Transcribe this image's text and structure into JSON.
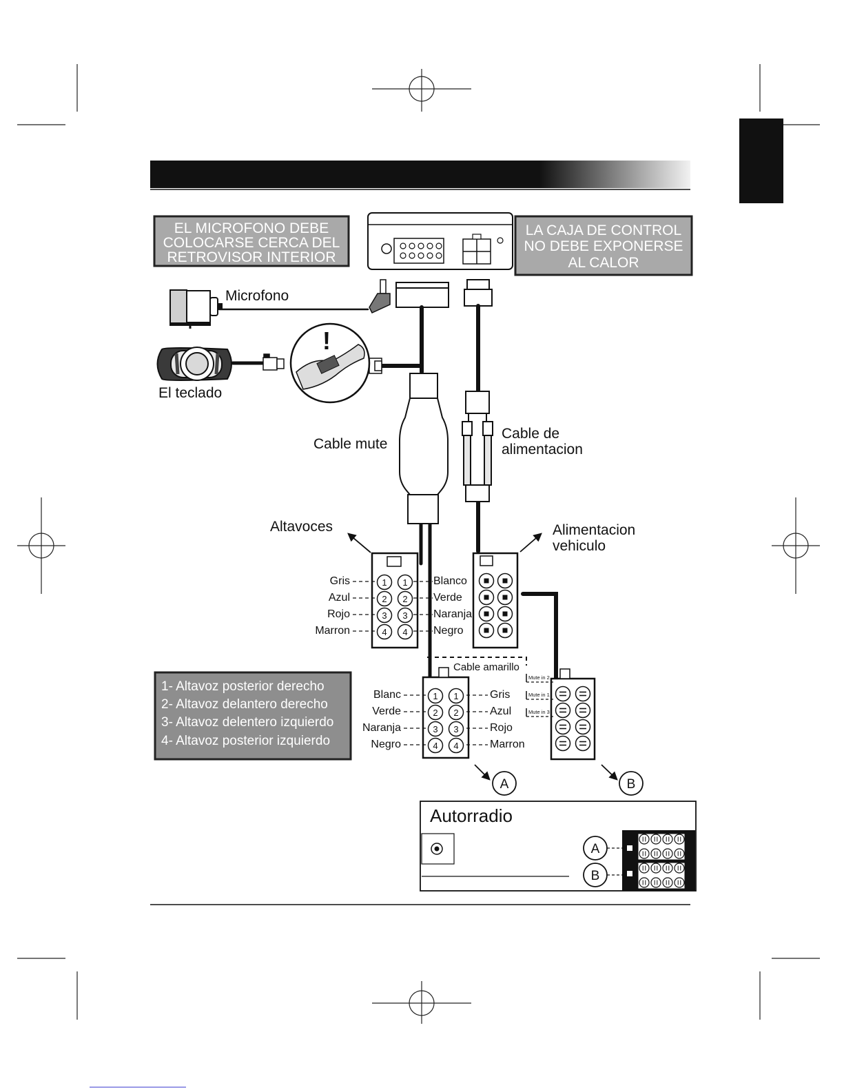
{
  "notes": {
    "microphone": [
      "EL MICROFONO DEBE",
      "COLOCARSE CERCA DEL",
      "RETROVISOR INTERIOR"
    ],
    "control_box": [
      "LA CAJA DE CONTROL",
      "NO DEBE EXPONERSE",
      "AL CALOR"
    ]
  },
  "components": {
    "microphone": "Microfono",
    "keypad": "El teclado",
    "mute_cable": "Cable mute",
    "power_cable": [
      "Cable de",
      "alimentacion"
    ],
    "speakers": "Altavoces",
    "vehicle_power": [
      "Alimentacion",
      "vehiculo"
    ],
    "yellow_cable": "Cable amarillo",
    "car_radio": "Autorradio",
    "alert_mark": "!"
  },
  "speaker_connector": {
    "left_colors": [
      "Gris",
      "Azul",
      "Rojo",
      "Marron"
    ],
    "right_colors": [
      "Blanco",
      "Verde",
      "Naranja",
      "Negro"
    ],
    "pins": [
      "1",
      "2",
      "3",
      "4"
    ]
  },
  "radio_connector_a": {
    "left_colors": [
      "Blanc",
      "Verde",
      "Naranja",
      "Negro"
    ],
    "right_colors": [
      "Gris",
      "Azul",
      "Rojo",
      "Marron"
    ],
    "pins": [
      "1",
      "2",
      "3",
      "4"
    ]
  },
  "connector_b": {
    "mute_labels": [
      "Mute in 2",
      "Mute in 1",
      "Mute in 3"
    ]
  },
  "legend": [
    "1- Altavoz posterior derecho",
    "2- Altavoz delantero derecho",
    "3- Altavoz delentero izquierdo",
    "4- Altavoz posterior izquierdo"
  ],
  "markers": {
    "a": "A",
    "b": "B"
  },
  "colors": {
    "header_bar": "#111111",
    "note_box": "#a9a9a9",
    "legend_box": "#8e8e8e"
  }
}
